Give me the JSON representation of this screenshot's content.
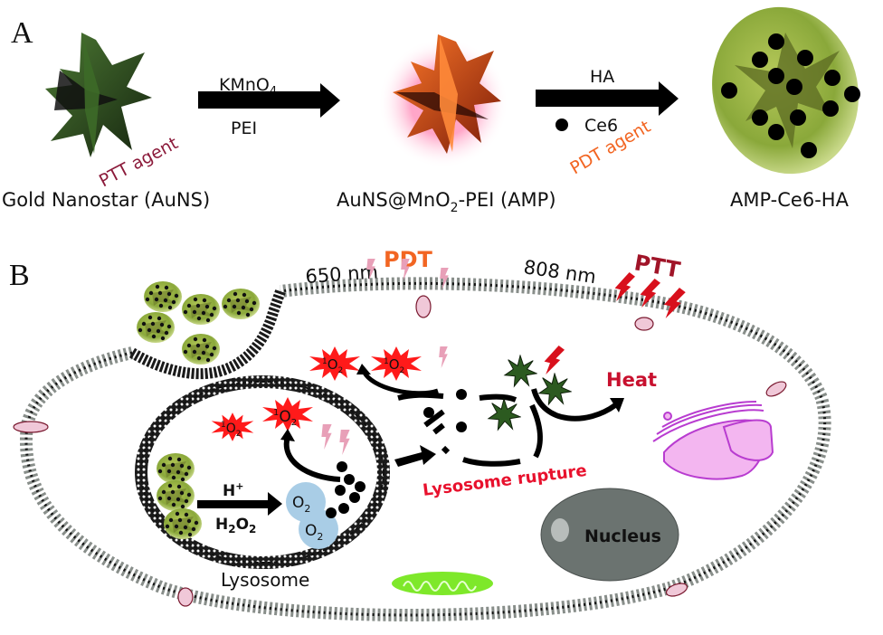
{
  "panel_a": {
    "letter": "A",
    "steps": [
      {
        "name": "Gold Nanostar (AuNS)",
        "tag": "PTT agent"
      },
      {
        "name": "AuNS@MnO",
        "name_sub": "2",
        "name_suffix": "-PEI (AMP)"
      },
      {
        "name": "AMP-Ce6-HA",
        "tag": "PDT agent"
      }
    ],
    "arrow1": {
      "top": "KMnO",
      "top_sub": "4",
      "bottom": "PEI"
    },
    "arrow2": {
      "top": "HA",
      "bottom": "Ce6"
    }
  },
  "panel_b": {
    "letter": "B",
    "pdt_label": "PDT",
    "pdt_wavelength": "650 nm",
    "ptt_label": "PTT",
    "ptt_wavelength": "808 nm",
    "singlet_oxygen": "O",
    "singlet_oxygen_sup": "1",
    "singlet_oxygen_sub": "2",
    "heat_label": "Heat",
    "rupture_label": "Lysosome rupture",
    "lysosome_label": "Lysosome",
    "h_plus": "H",
    "h_plus_sup": "+",
    "h2o2": "H",
    "h2o2_sub1": "2",
    "h2o2_mid": "O",
    "h2o2_sub2": "2",
    "o2": "O",
    "o2_sub": "2",
    "nucleus_label": "Nucleus"
  },
  "colors": {
    "ptt_text": "#8b1a3a",
    "pdt_text": "#f26522",
    "heat_text": "#c8102e",
    "rupture_text": "#e8112d",
    "star_green": "#2f4f22",
    "star_orange": "#e0531a",
    "shell_green": "#8fb040",
    "o2_blue": "#a9cde6",
    "burst_red": "#ff1a1a",
    "bolt_pink": "#e8a0b8",
    "bolt_red": "#d8101c",
    "nucleus_gray": "#6b7370",
    "golgi_pink": "#f3b6f0",
    "golgi_edge": "#b83cd0",
    "mito_green": "#7ee82a"
  }
}
